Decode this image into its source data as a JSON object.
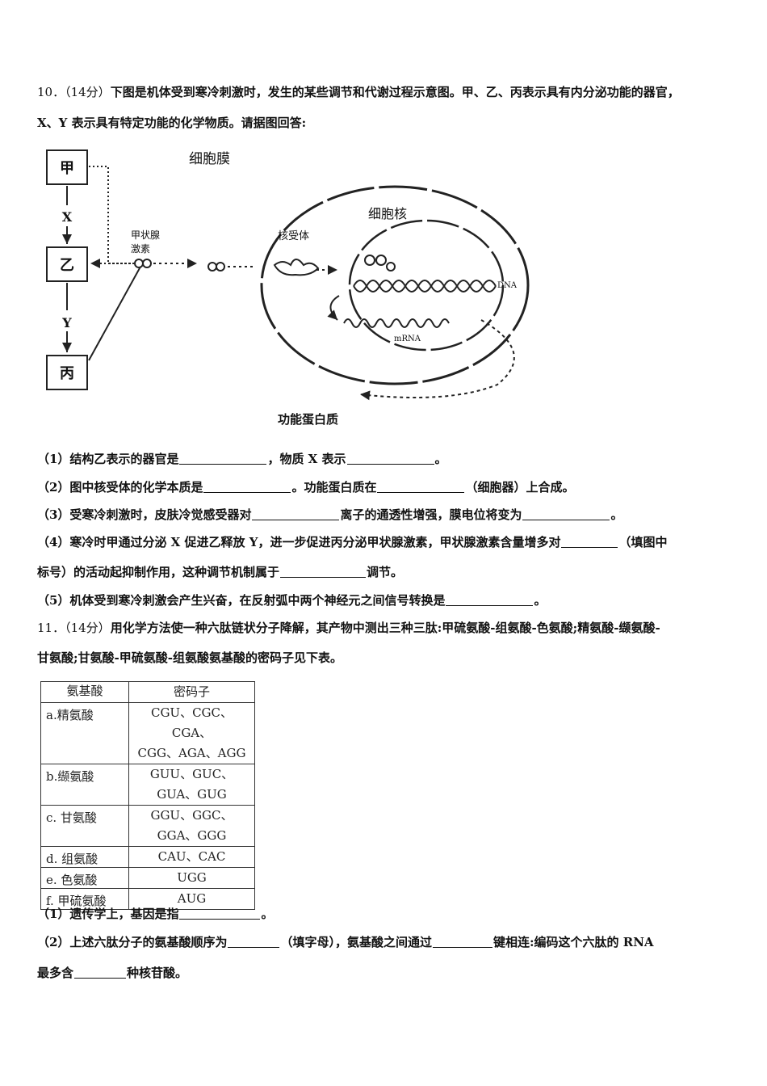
{
  "q10": {
    "number": "10．",
    "score": "（14分）",
    "stem_line1": "下图是机体受到寒冷刺激时，发生的某些调节和代谢过程示意图。甲、乙、丙表示具有内分泌功能的器官，",
    "stem_line2": "X、Y 表示具有特定功能的化学物质。请据图回答:",
    "diagram": {
      "organ_jia": "甲",
      "organ_yi": "乙",
      "organ_bing": "丙",
      "label_x": "X",
      "label_y": "Y",
      "thyroid_hormone_line1": "甲状腺",
      "thyroid_hormone_line2": "激素",
      "cell_membrane": "细胞膜",
      "nucleus": "细胞核",
      "receptor": "核受体",
      "dna": "DNA",
      "mrna": "mRNA",
      "functional_protein": "功能蛋白质"
    },
    "sub1_a": "（1）结构乙表示的器官是",
    "sub1_b": "，物质 X 表示",
    "sub1_c": "。",
    "sub2_a": "（2）图中核受体的化学本质是",
    "sub2_b": "。功能蛋白质在",
    "sub2_c": "（细胞器）上合成。",
    "sub3_a": "（3）受寒冷刺激时，皮肤冷觉感受器对",
    "sub3_b": "离子的通透性增强，膜电位将变为",
    "sub3_c": "。",
    "sub4_a": "（4）寒冷时甲通过分泌 X 促进乙释放 Y，进一步促进丙分泌甲状腺激素，甲状腺激素含量增多对",
    "sub4_b": "（填图中",
    "sub4_c": "标号）的活动起抑制作用，这种调节机制属于",
    "sub4_d": "调节。",
    "sub5_a": "（5）机体受到寒冷刺激会产生兴奋，在反射弧中两个神经元之间信号转换是",
    "sub5_b": "。"
  },
  "q11": {
    "number": "11．",
    "score": "（14分）",
    "stem_line1": "用化学方法使一种六肽链状分子降解，其产物中测出三种三肽:甲硫氨酸-组氨酸-色氨酸;精氨酸-缬氨酸-",
    "stem_line2": "甘氨酸;甘氨酸-甲硫氨酸-组氨酸氨基酸的密码子见下表。",
    "table": {
      "headers": [
        "氨基酸",
        "密码子"
      ],
      "rows": [
        {
          "amino_acid": "a.精氨酸",
          "codons": [
            "CGU、CGC、CGA、",
            "CGG、AGA、AGG"
          ]
        },
        {
          "amino_acid": "b.缬氨酸",
          "codons": [
            "GUU、GUC、",
            "GUA、GUG"
          ]
        },
        {
          "amino_acid": "c. 甘氨酸",
          "codons": [
            "GGU、GGC、",
            "GGA、GGG"
          ]
        },
        {
          "amino_acid": "d. 组氨酸",
          "codons": [
            "CAU、CAC"
          ]
        },
        {
          "amino_acid": "e. 色氨酸",
          "codons": [
            "UGG"
          ]
        },
        {
          "amino_acid": "f. 甲硫氨酸",
          "codons": [
            "AUG"
          ]
        }
      ]
    },
    "sub1_a": "（1）遗传学上，基因是指",
    "sub1_b": "。",
    "sub2_a": "（2）上述六肽分子的氨基酸顺序为",
    "sub2_b": "（填字母），氨基酸之间通过",
    "sub2_c": "键相连:编码这个六肽的 RNA",
    "sub2_d": "最多含",
    "sub2_e": "种核苷酸。"
  }
}
